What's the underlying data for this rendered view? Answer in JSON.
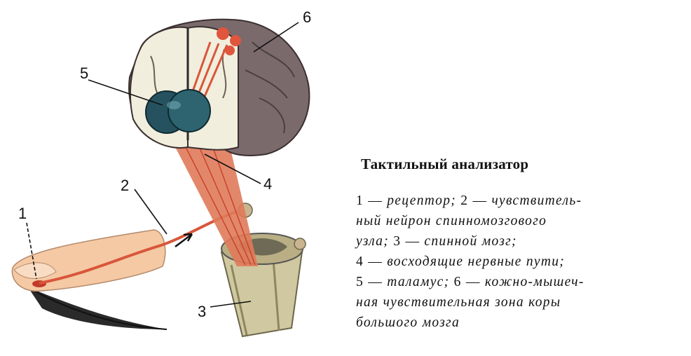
{
  "title": "Тактильный анализатор",
  "callouts": [
    "1",
    "2",
    "3",
    "4",
    "5",
    "6"
  ],
  "legend": [
    [
      {
        "n": "1",
        "t": "рецептор;"
      },
      {
        "n": "2",
        "t": "чувствитель-"
      }
    ],
    [
      {
        "n": "",
        "t": "ный нейрон спинномозгового"
      }
    ],
    [
      {
        "n": "",
        "t": "узла;"
      },
      {
        "n": "3",
        "t": "спинной мозг;"
      }
    ],
    [
      {
        "n": "4",
        "t": "восходящие нервные пути;"
      }
    ],
    [
      {
        "n": "5",
        "t": "таламус;"
      },
      {
        "n": "6",
        "t": "кожно-мышеч-"
      }
    ],
    [
      {
        "n": "",
        "t": "ная чувствительная зона коры"
      }
    ],
    [
      {
        "n": "",
        "t": "большого мозга"
      }
    ]
  ],
  "colors": {
    "cortex": "#7a6a6b",
    "white_matter": "#f1eedd",
    "thalamus": "#25525e",
    "nerve": "#d9563a",
    "finger": "#f4c9a4",
    "spinal_cord": "#cfc8a0",
    "feather": "#2a2a2a"
  }
}
